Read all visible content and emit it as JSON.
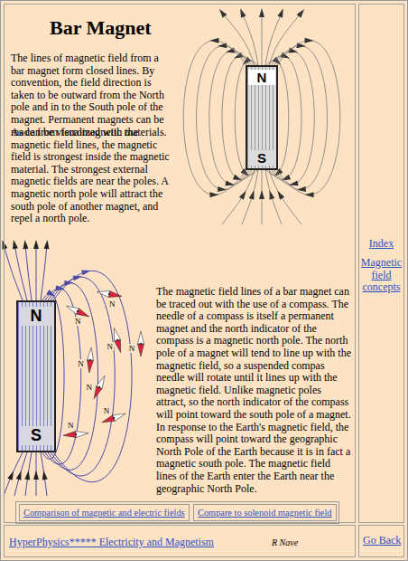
{
  "diagram": {
    "title": "Bar Magnet",
    "nodes": [
      {
        "text": [
          "The lines of magnetic field from a bar magnet form closed lines. By convention, the field direction is taken to be outward from the North pole and in to the South pole of the magnet. Permanent magnets can be made from ferromagnetic materials.",
          "As can be visualized with the magnetic field lines, the magnetic field is strongest inside the magnetic material. The strongest external magnetic fields are near the poles. A magnetic north pole will attract the south pole of another magnet, and repel a north pole.",
          "The magnetic field lines of a bar magnet can be traced out with the use of a compass. The needle of a compass is itself a permanent magnet and the north indicator of the compass is a magnetic north pole. The north pole of a magnet will tend to line up with the magnetic field, so a suspended compas needle will rotate until it lines up with the magnetic field. Unlike magnetic poles attract, so the north indicator of the compass will point toward the south pole of a magnet. In response to the Earth's magnetic field, the compass will point toward the geographic North Pole of the Earth because it is in fact a magnetic south pole. The magnetic field lines of the Earth enter the Earth near the geographic North Pole."
        ]
      },
      {
        "text": [
          "N",
          "S"
        ],
        "in": 0
      },
      {
        "text": [
          "N",
          "S"
        ],
        "in": 0
      },
      {
        "text": [
          "Comparison of magnetic and electric fields"
        ],
        "in": 0
      },
      {
        "text": [
          "Compare to solenoid magnetic field"
        ],
        "in": 0
      },
      {
        "text": [
          "Index",
          "Magnetic field concepts"
        ]
      },
      {
        "text": [
          "HyperPhysics***** Electricity and Magnetism",
          "R Nave"
        ]
      },
      {
        "text": [
          "Go Back"
        ]
      }
    ],
    "labels": [
      "N",
      "N",
      "N",
      "N",
      "N",
      "N",
      "N",
      "N"
    ]
  }
}
